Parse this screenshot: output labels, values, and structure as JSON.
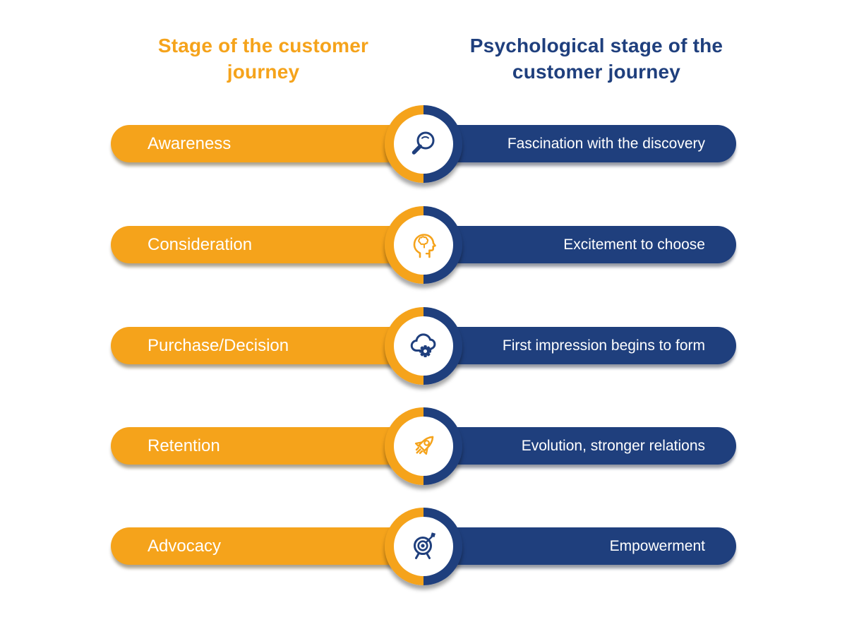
{
  "headers": {
    "left": "Stage of the customer journey",
    "right": "Psychological stage of the customer journey"
  },
  "colors": {
    "orange": "#F5A31B",
    "navy": "#1F3F7D",
    "bar_text": "#FFFFFF",
    "background": "#FFFFFF"
  },
  "rows": [
    {
      "stage": "Awareness",
      "psychological": "Fascination with the discovery",
      "icon": "magnifier-icon"
    },
    {
      "stage": "Consideration",
      "psychological": "Excitement to choose",
      "icon": "head-brain-icon"
    },
    {
      "stage": "Purchase/Decision",
      "psychological": "First impression begins to form",
      "icon": "cloud-gear-icon"
    },
    {
      "stage": "Retention",
      "psychological": "Evolution, stronger relations",
      "icon": "rocket-icon"
    },
    {
      "stage": "Advocacy",
      "psychological": "Empowerment",
      "icon": "target-dart-icon"
    }
  ]
}
